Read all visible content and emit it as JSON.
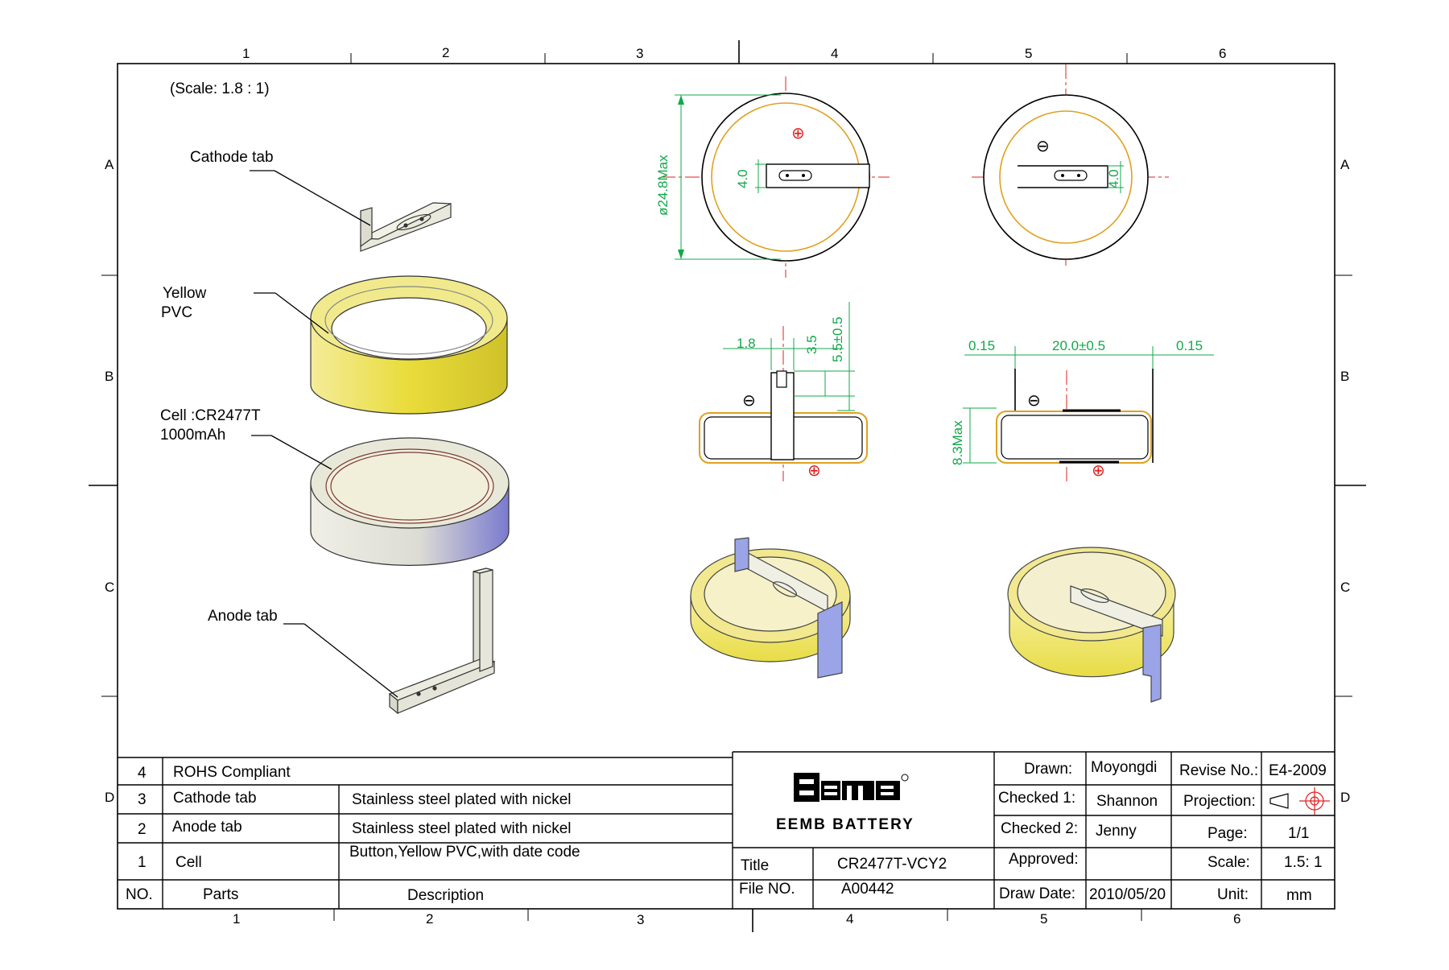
{
  "scale_note": "(Scale: 1.8 : 1)",
  "zones": {
    "columns_top": [
      "1",
      "2",
      "3",
      "4",
      "5",
      "6"
    ],
    "columns_bottom": [
      "1",
      "2",
      "3",
      "4",
      "5",
      "6"
    ],
    "rows": [
      "A",
      "B",
      "C",
      "D"
    ]
  },
  "callouts": {
    "cathode_tab": "Cathode tab",
    "yellow_pvc_line1": "Yellow",
    "yellow_pvc_line2": "PVC",
    "cell_line1": "Cell :CR2477T",
    "cell_line2": "1000mAh",
    "anode_tab": "Anode tab"
  },
  "dimensions": {
    "diameter": "ø24.8Max",
    "tab_width_left": "4.0",
    "tab_width_right": "4.0",
    "tab_thickness": "1.8",
    "tab_height": "3.5",
    "tab_total": "5.5±0.5",
    "clearance_left": "0.15",
    "pin_spacing": "20.0±0.5",
    "clearance_right": "0.15",
    "height": "8.3Max"
  },
  "polarity": {
    "positive": "⊕",
    "negative": "⊖"
  },
  "parts_table": {
    "rows": [
      {
        "no": "4",
        "part": "ROHS Compliant",
        "description": ""
      },
      {
        "no": "3",
        "part": "Cathode tab",
        "description": "Stainless steel plated with nickel"
      },
      {
        "no": "2",
        "part": "Anode tab",
        "description": "Stainless steel plated with nickel"
      },
      {
        "no": "1",
        "part": "Cell",
        "description": "Button,Yellow PVC,with date code"
      }
    ],
    "header": {
      "no": "NO.",
      "part": "Parts",
      "description": "Description"
    }
  },
  "title_block": {
    "logo_text": "EEMB BATTERY",
    "title_label": "Title",
    "title_value": "CR2477T-VCY2",
    "file_label": "File NO.",
    "file_value": "A00442",
    "drawn_label": "Drawn:",
    "drawn_value": "Moyongdi",
    "checked1_label": "Checked 1:",
    "checked1_value": "Shannon",
    "checked2_label": "Checked 2:",
    "checked2_value": "Jenny",
    "approved_label": "Approved:",
    "approved_value": "",
    "drawdate_label": "Draw Date:",
    "drawdate_value": "2010/05/20",
    "revise_label": "Revise No.:",
    "revise_value": "E4-2009",
    "projection_label": "Projection:",
    "page_label": "Page:",
    "page_value": "1/1",
    "scale_label": "Scale:",
    "scale_value": "1.5: 1",
    "unit_label": "Unit:",
    "unit_value": "mm"
  },
  "colors": {
    "dimension": "#11a84a",
    "centerline": "#e02020",
    "pvc_yellow": "#f2e88a",
    "pvc_outline": "#e0a020",
    "tab_blue": "#9aa4e6",
    "positive": "#e02020"
  }
}
